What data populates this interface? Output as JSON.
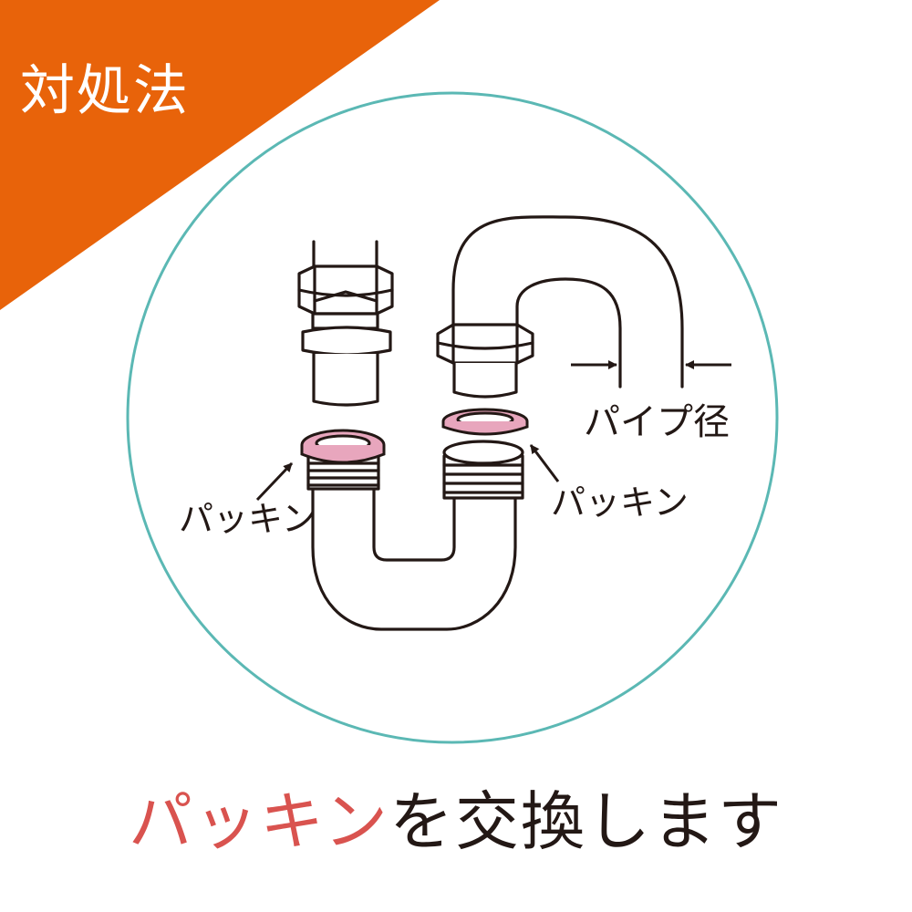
{
  "header": {
    "label": "対処法"
  },
  "diagram": {
    "labels": {
      "packing_left": "パッキン",
      "packing_right": "パッキン",
      "pipe_diameter": "パイプ径"
    }
  },
  "caption": {
    "highlight": "パッキン",
    "rest": "を交換します"
  },
  "colors": {
    "accent_orange": "#e8630a",
    "circle_teal": "#5bb8b4",
    "packing_pink": "#e8a6bd",
    "caption_red": "#d9534f",
    "line_dark": "#231815"
  }
}
